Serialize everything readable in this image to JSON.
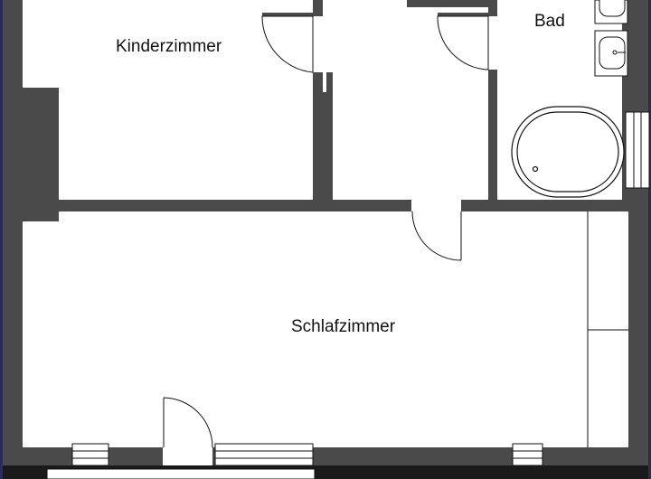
{
  "rooms": {
    "kinderzimmer": "Kinderzimmer",
    "bad": "Bad",
    "schlafzimmer": "Schlafzimmer"
  },
  "colors": {
    "wall": "#4a4a4a",
    "floor": "#ffffff",
    "line": "#111111",
    "edge": "#2b2b57"
  }
}
